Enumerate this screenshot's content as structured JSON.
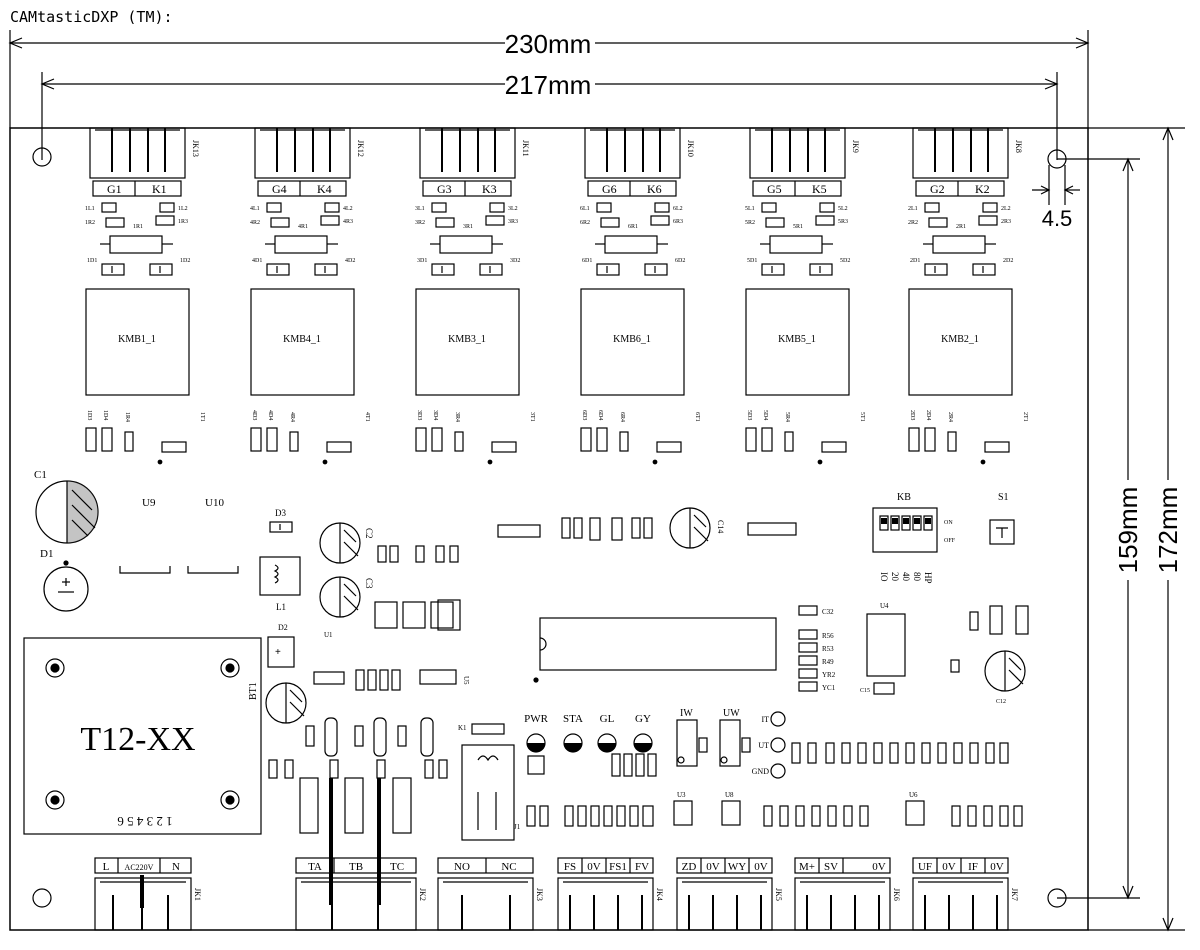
{
  "header": {
    "text": "CAMtasticDXP (TM):"
  },
  "dimensions": {
    "top_outer": "230mm",
    "top_inner": "217mm",
    "right_inner": "159mm",
    "right_outer": "172mm",
    "hole": "4.5"
  },
  "columns": [
    {
      "jack": "JK13",
      "g": "G1",
      "k": "K1",
      "kmb": "KMB1_1",
      "n": "1"
    },
    {
      "jack": "JK12",
      "g": "G4",
      "k": "K4",
      "kmb": "KMB4_1",
      "n": "4"
    },
    {
      "jack": "JK11",
      "g": "G3",
      "k": "K3",
      "kmb": "KMB3_1",
      "n": "3"
    },
    {
      "jack": "JK10",
      "g": "G6",
      "k": "K6",
      "kmb": "KMB6_1",
      "n": "6"
    },
    {
      "jack": "JK9",
      "g": "G5",
      "k": "K5",
      "kmb": "KMB5_1",
      "n": "5"
    },
    {
      "jack": "JK8",
      "g": "G2",
      "k": "K2",
      "kmb": "KMB2_1",
      "n": "2"
    }
  ],
  "transformer": {
    "label": "T12-XX",
    "pins": "1 2 3 4 5 6"
  },
  "leds": [
    "PWR",
    "STA",
    "GL",
    "GY"
  ],
  "iw_uw": [
    "IW",
    "UW"
  ],
  "test_points": [
    "IT",
    "UT",
    "GND"
  ],
  "parts": {
    "C1": "C1",
    "D1": "D1",
    "U9": "U9",
    "U10": "U10",
    "D3": "D3",
    "L1": "L1",
    "D2": "D2",
    "BT1": "BT1",
    "C3": "C3",
    "C2": "C2",
    "C14": "C14",
    "U1": "U1",
    "U4": "U4",
    "U5": "U5",
    "KB": "KB",
    "S1": "S1",
    "C12": "C12",
    "C15": "C15",
    "C32": "C32",
    "J1": "J1",
    "K1": "K1",
    "U3": "U3",
    "U8": "U8",
    "U6": "U6"
  },
  "resistor_net": [
    "R56",
    "R53",
    "R49",
    "YR2",
    "YC1"
  ],
  "dip": {
    "on": "ON",
    "off": "OFF",
    "pins": [
      "IO",
      "20",
      "40",
      "80",
      "HP"
    ]
  },
  "bottom_connectors": [
    {
      "jack": "JK1",
      "labels": [
        "L",
        "AC220V",
        "N"
      ]
    },
    {
      "jack": "JK2",
      "labels": [
        "TA",
        "TB",
        "TC"
      ]
    },
    {
      "jack": "JK3",
      "labels": [
        "NO",
        "NC"
      ]
    },
    {
      "jack": "JK4",
      "labels": [
        "FS",
        "0V",
        "FS1",
        "FV"
      ]
    },
    {
      "jack": "JK5",
      "labels": [
        "ZD",
        "0V",
        "WY",
        "0V"
      ]
    },
    {
      "jack": "JK6",
      "labels": [
        "M+",
        "SV",
        "0V"
      ]
    },
    {
      "jack": "JK7",
      "labels": [
        "UF",
        "0V",
        "IF",
        "0V"
      ]
    }
  ]
}
